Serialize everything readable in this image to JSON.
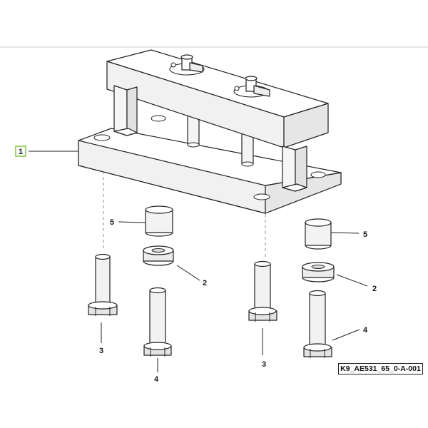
{
  "callouts": {
    "assembly": "1",
    "bushing_left": "5",
    "bushing_right": "5",
    "washer_left": "2",
    "washer_right": "2",
    "bolt_short_left": "3",
    "bolt_short_right": "3",
    "bolt_long_left": "4",
    "bolt_long_right": "4"
  },
  "drawing_id": "K9_AE531_65_0-A-001",
  "colors": {
    "line": "#222222",
    "highlight_box": "#7dc242",
    "divider": "#cccccc",
    "face_top": "#ffffff",
    "face_side": "#eeeeee"
  }
}
